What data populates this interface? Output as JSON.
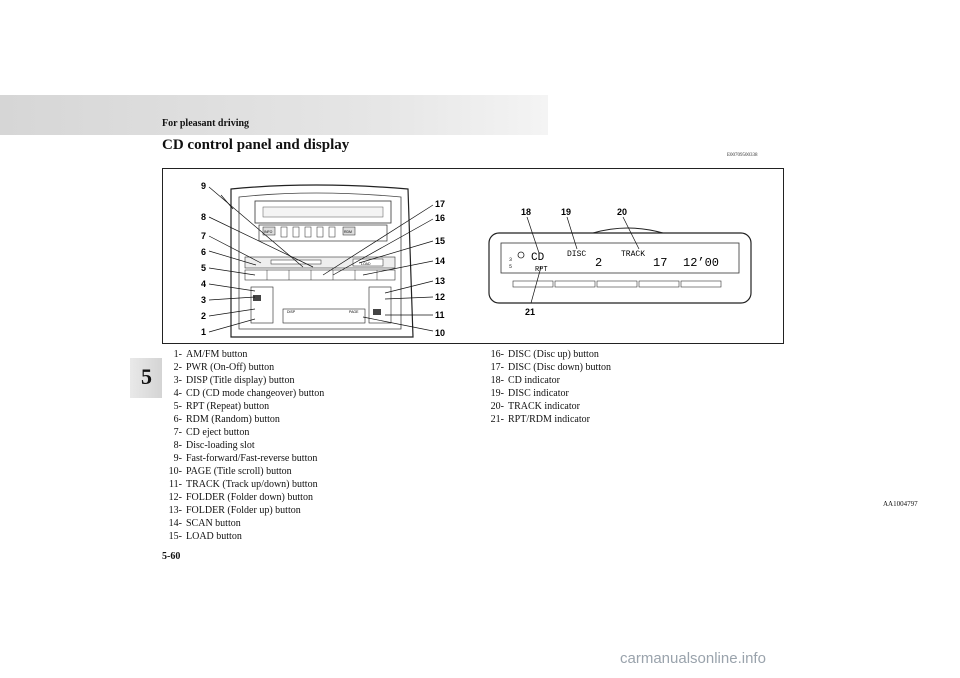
{
  "header": {
    "title": "For pleasant driving"
  },
  "section": {
    "title": "CD control panel and display",
    "code": "E00709500338"
  },
  "side_tab": {
    "number": "5"
  },
  "figure": {
    "id": "AA1004797",
    "panel_callouts": [
      "1",
      "2",
      "3",
      "4",
      "5",
      "6",
      "7",
      "8",
      "9",
      "10",
      "11",
      "12",
      "13",
      "14",
      "15",
      "16",
      "17"
    ],
    "display_callouts": [
      "18",
      "19",
      "20",
      "21"
    ],
    "display": {
      "cd": "CD",
      "rpt": "RPT",
      "disc_label": "DISC",
      "disc_value": "2",
      "track_label": "TRACK",
      "track_value": "17",
      "time": "12’00"
    },
    "panel_buttons": {
      "info": "INFO",
      "rdm": "RDM",
      "load": "LOAD",
      "page": "PAGE",
      "disp": "DISP"
    }
  },
  "items_left": [
    {
      "num": "1-",
      "text": "AM/FM button"
    },
    {
      "num": "2-",
      "text": "PWR (On-Off) button"
    },
    {
      "num": "3-",
      "text": "DISP (Title display) button"
    },
    {
      "num": "4-",
      "text": "CD (CD mode changeover) button"
    },
    {
      "num": "5-",
      "text": "RPT (Repeat) button"
    },
    {
      "num": "6-",
      "text": "RDM (Random) button"
    },
    {
      "num": "7-",
      "text": "CD eject button"
    },
    {
      "num": "8-",
      "text": "Disc-loading slot"
    },
    {
      "num": "9-",
      "text": "Fast-forward/Fast-reverse button"
    },
    {
      "num": "10-",
      "text": "PAGE (Title scroll) button"
    },
    {
      "num": "11-",
      "text": "TRACK (Track up/down) button"
    },
    {
      "num": "12-",
      "text": "FOLDER (Folder down) button"
    },
    {
      "num": "13-",
      "text": "FOLDER (Folder up) button"
    },
    {
      "num": "14-",
      "text": "SCAN button"
    },
    {
      "num": "15-",
      "text": "LOAD button"
    }
  ],
  "items_right": [
    {
      "num": "16-",
      "text": "DISC (Disc up) button"
    },
    {
      "num": "17-",
      "text": "DISC (Disc down) button"
    },
    {
      "num": "18-",
      "text": "CD indicator"
    },
    {
      "num": "19-",
      "text": "DISC indicator"
    },
    {
      "num": "20-",
      "text": "TRACK indicator"
    },
    {
      "num": "21-",
      "text": "RPT/RDM indicator"
    }
  ],
  "page_number": "5-60",
  "watermark": "carmanualsonline.info"
}
